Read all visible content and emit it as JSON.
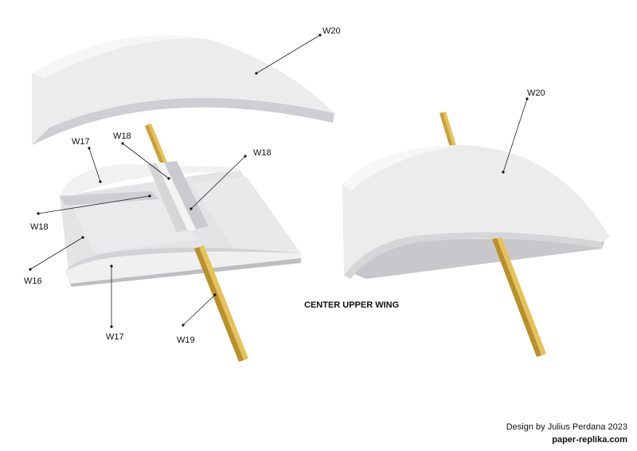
{
  "title": "CENTER UPPER WING",
  "credit": {
    "designer": "Design by Julius Perdana 2023",
    "website": "paper-replika.com"
  },
  "labels": {
    "w20_left": "W20",
    "w20_right": "W20",
    "w17_top": "W17",
    "w17_bottom": "W17",
    "w18_top": "W18",
    "w18_right": "W18",
    "w18_left": "W18",
    "w16": "W16",
    "w19": "W19"
  },
  "colors": {
    "part_light": "#eeeeef",
    "part_mid": "#d9d9dc",
    "part_dark": "#c2c2c6",
    "spar_light": "#e6c25a",
    "spar_dark": "#b8902c"
  }
}
